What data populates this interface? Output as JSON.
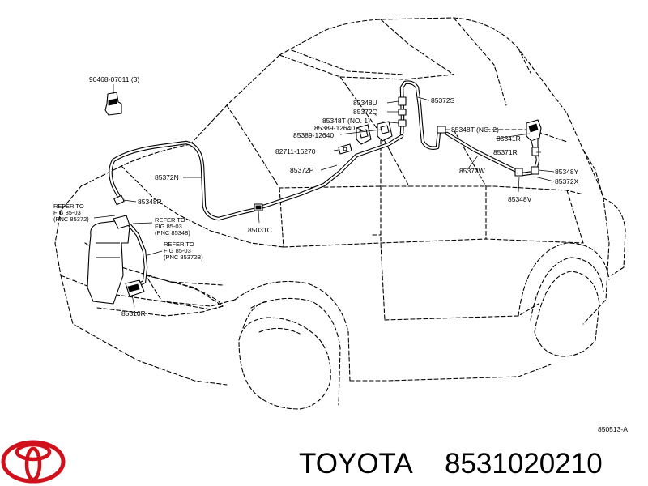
{
  "diagram": {
    "drawing_code": "850513-A",
    "parts": {
      "p90468": "90468-07011 (3)",
      "p85348U": "85348U",
      "p85372S": "85372S",
      "p85372Q": "85372Q",
      "p85348T1": "85348T (NO. 1)",
      "p85389_12640a": "85389-12640",
      "p85389_12640b": "85389-12640",
      "p85348T2": "85348T (NO. 2)",
      "p85341R": "85341R",
      "p82711": "82711-16270",
      "p85371R": "85371R",
      "p85372P": "85372P",
      "p85372N": "85372N",
      "p85372W": "85372W",
      "p85348Y": "85348Y",
      "p85372X": "85372X",
      "p85348R": "85348R",
      "p85348V": "85348V",
      "p85031C": "85031C",
      "p85310R": "85310R"
    },
    "refs": [
      {
        "lines": [
          "REFER TO",
          "FIG 85-03",
          "(PNC 85372)"
        ]
      },
      {
        "lines": [
          "REFER TO",
          "FIG 85-03",
          "(PNC 85348)"
        ]
      },
      {
        "lines": [
          "REFER TO",
          "FIG 85-03",
          "(PNC 85372B)"
        ]
      }
    ]
  },
  "footer": {
    "brand": "TOYOTA",
    "part_number": "8531020210"
  },
  "icons": {
    "logo": "toyota-logo-icon"
  }
}
